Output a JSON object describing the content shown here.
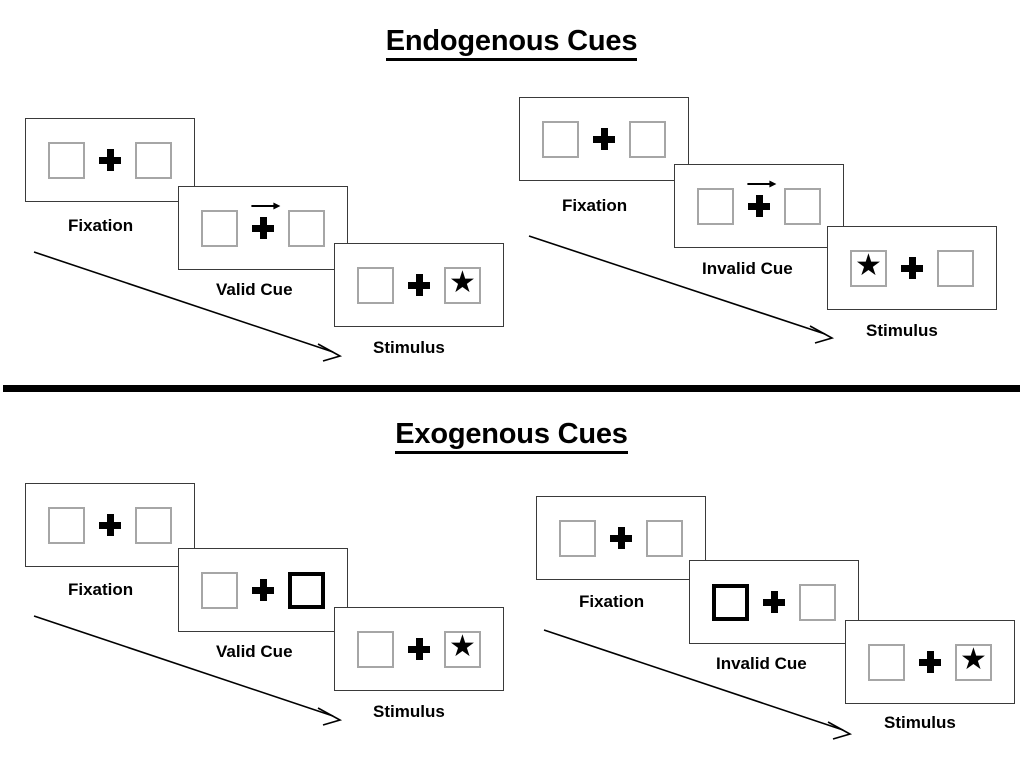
{
  "sections": [
    {
      "id": "endogenous",
      "title": "Endogenous Cues",
      "sequences": [
        {
          "id": "endogenous-valid",
          "panels": [
            {
              "label": "Fixation",
              "cue": "none",
              "left_content": "empty",
              "right_content": "empty"
            },
            {
              "label": "Valid Cue",
              "cue": "arrow-right",
              "left_content": "empty",
              "right_content": "empty"
            },
            {
              "label": "Stimulus",
              "cue": "none",
              "left_content": "empty",
              "right_content": "star"
            }
          ]
        },
        {
          "id": "endogenous-invalid",
          "panels": [
            {
              "label": "Fixation",
              "cue": "none",
              "left_content": "empty",
              "right_content": "empty"
            },
            {
              "label": "Invalid Cue",
              "cue": "arrow-right",
              "left_content": "empty",
              "right_content": "empty"
            },
            {
              "label": "Stimulus",
              "cue": "none",
              "left_content": "star",
              "right_content": "empty"
            }
          ]
        }
      ]
    },
    {
      "id": "exogenous",
      "title": "Exogenous Cues",
      "sequences": [
        {
          "id": "exogenous-valid",
          "panels": [
            {
              "label": "Fixation",
              "cue": "none",
              "left_content": "empty",
              "right_content": "empty"
            },
            {
              "label": "Valid Cue",
              "cue": "highlight-right",
              "left_content": "empty",
              "right_content": "empty"
            },
            {
              "label": "Stimulus",
              "cue": "none",
              "left_content": "empty",
              "right_content": "star"
            }
          ]
        },
        {
          "id": "exogenous-invalid",
          "panels": [
            {
              "label": "Fixation",
              "cue": "none",
              "left_content": "empty",
              "right_content": "empty"
            },
            {
              "label": "Invalid Cue",
              "cue": "highlight-left",
              "left_content": "empty",
              "right_content": "empty"
            },
            {
              "label": "Stimulus",
              "cue": "none",
              "left_content": "empty",
              "right_content": "star"
            }
          ]
        }
      ]
    }
  ],
  "glyphs": {
    "star": "★",
    "fixation_cross": "fixation-cross",
    "arrow_cue": "→"
  },
  "colors": {
    "stroke": "#000000",
    "panel_border": "#3a3a3a",
    "box_border": "#a6a6a6",
    "cued_box_border": "#000000",
    "background": "#ffffff"
  }
}
